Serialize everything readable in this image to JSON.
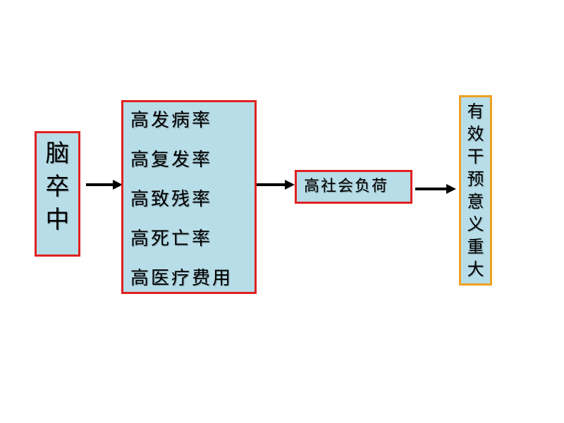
{
  "nodes": {
    "stroke": {
      "chars": [
        "脑",
        "卒",
        "中"
      ]
    },
    "rates": {
      "items": [
        "高发病率",
        "高复发率",
        "高致残率",
        "高死亡率",
        "高医疗费用"
      ]
    },
    "burden": {
      "label": "高社会负荷"
    },
    "significance": {
      "chars": [
        "有",
        "效",
        "干",
        "预",
        "意",
        "义",
        "重",
        "大"
      ]
    }
  },
  "colors": {
    "box_fill": "#b7dde8",
    "red_border": "#e02020",
    "orange_border": "#f0a020",
    "arrow": "#000000"
  }
}
